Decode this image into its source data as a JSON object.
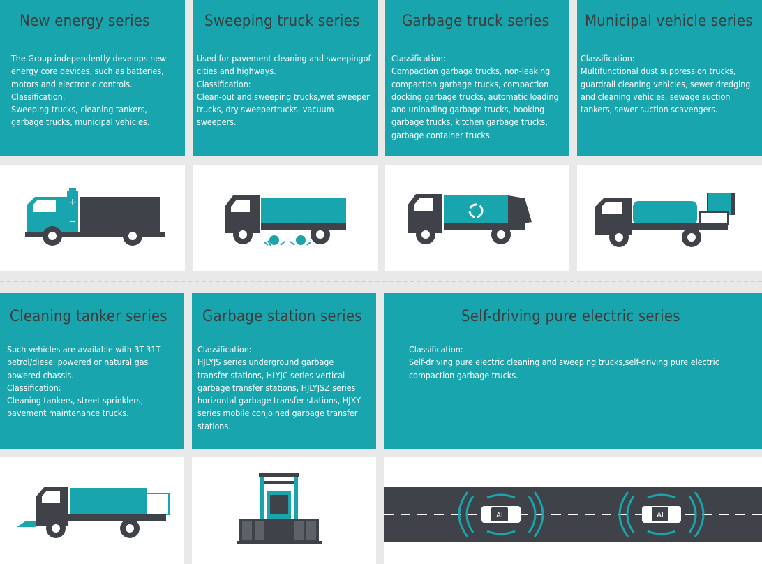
{
  "cards": [
    {
      "title": "New energy series",
      "lines": [
        "The Group independently develops new",
        "energy core devices, such as batteries,",
        "motors and electronic controls.",
        "Classification:",
        "Sweeping trucks, cleaning tankers,",
        "garbage trucks, municipal vehicles."
      ]
    },
    {
      "title": "Sweeping truck series",
      "lines": [
        "Used for pavement cleaning and sweepingof",
        "cities and highways.",
        "Classification:",
        "Clean-out and sweeping trucks,wet sweeper",
        "trucks, dry sweepertrucks, vacuum",
        "sweepers."
      ]
    },
    {
      "title": "Garbage truck series",
      "lines": [
        "Classification:",
        "Compaction garbage trucks, non-leaking",
        "compaction garbage trucks,  compaction",
        "docking garbage trucks, automatic loading",
        "and unloading garbage trucks, hooking",
        "garbage trucks, kitchen garbage trucks,",
        "garbage container trucks."
      ]
    },
    {
      "title": "Municipal vehicle series",
      "lines": [
        "Classification:",
        "Multifunctional dust suppression trucks,",
        "guardrail cleaning vehicles, sewer dredging",
        "and cleaning vehicles, sewage suction",
        "tankers, sewer suction scavengers."
      ]
    },
    {
      "title": "Cleaning tanker series",
      "lines": [
        "Such vehicles are available with 3T-31T",
        "petrol/diesel powered or natural gas",
        "powered chassis.",
        "Classification:",
        "Cleaning tankers, street sprinklers,",
        "pavement maintenance trucks."
      ]
    },
    {
      "title": "Garbage station series",
      "lines": [
        "Classification:",
        "HJLYJS series underground garbage",
        "transfer stations, HLYJC series vertical",
        "garbage transfer stations, HJLYJSZ series",
        "horizontal garbage transfer stations, HJXY",
        "series mobile conjoined garbage transfer",
        "stations."
      ]
    },
    {
      "title": "Self-driving pure electric series",
      "lines": [
        "Classification:",
        "Self-driving pure electric cleaning and sweeping trucks,self-driving pure electric",
        "compaction garbage trucks."
      ]
    }
  ],
  "ai_label": "AI",
  "colors": {
    "teal": "#18a5ad",
    "dark": "#3f4349",
    "heading": "#3d3d3d",
    "text": "#ffffff"
  },
  "icons": [
    "new-energy-truck-icon",
    "sweeping-truck-icon",
    "garbage-compactor-truck-icon",
    "municipal-dust-suppression-truck-icon",
    "cleaning-tanker-truck-icon",
    "garbage-transfer-station-icon",
    "self-driving-road-icon"
  ]
}
